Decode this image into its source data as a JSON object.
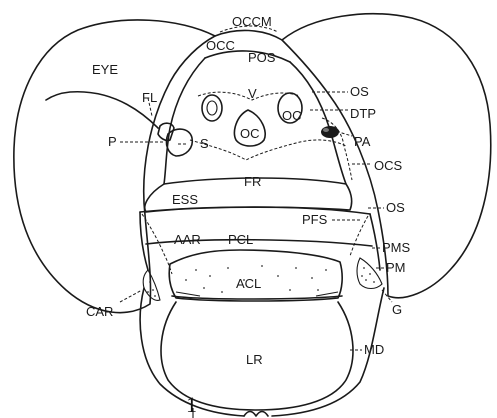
{
  "figure": {
    "number": "1"
  },
  "labels": {
    "occm": "OCCM",
    "occ": "OCC",
    "pos": "POS",
    "eye": "EYE",
    "v": "V",
    "os_top": "OS",
    "fl": "FL",
    "oc_mid": "OC",
    "oc_right": "OC",
    "dtp": "DTP",
    "p": "P",
    "s": "S",
    "pa": "PA",
    "ocs": "OCS",
    "fr": "FR",
    "ess": "ESS",
    "os_right": "OS",
    "pfs": "PFS",
    "aar": "AAR",
    "pcl": "PCL",
    "pms": "PMS",
    "pm": "PM",
    "acl": "ACL",
    "g": "G",
    "car": "CAR",
    "lr": "LR",
    "md": "MD"
  }
}
